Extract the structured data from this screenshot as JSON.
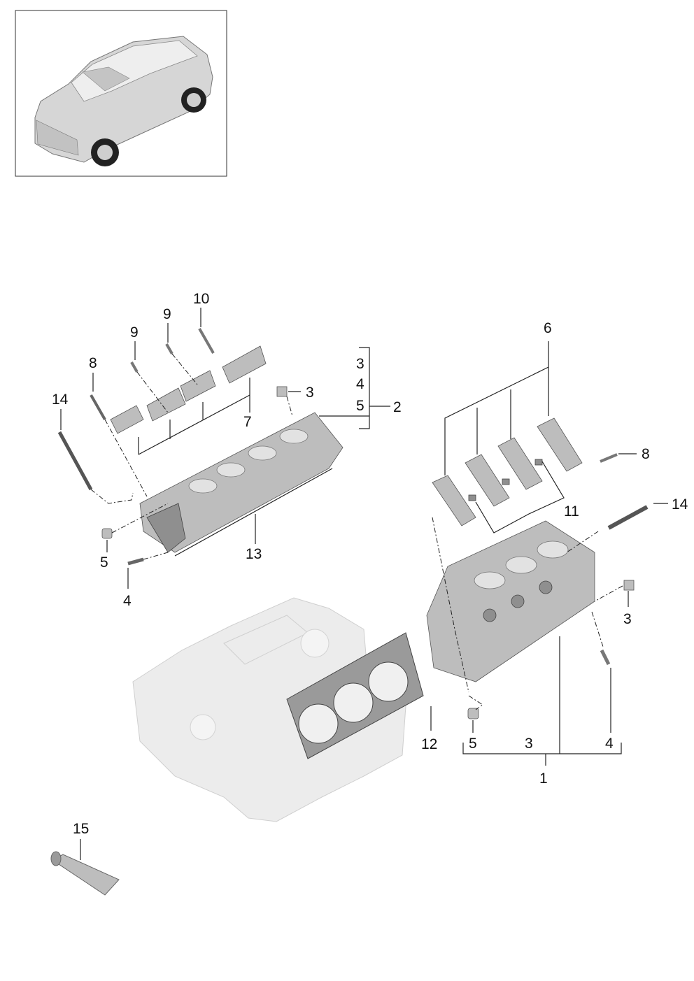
{
  "vehicle_thumbnail": {
    "icon": "suv-thumbnail-icon"
  },
  "callouts": {
    "c1": "1",
    "c2": "2",
    "c3_group_left": "3",
    "c4_group_left": "4",
    "c5_group_left": "5",
    "c3_left_seal": "3",
    "c4_left_stud": "4",
    "c5_left_sleeve": "5",
    "c6": "6",
    "c7": "7",
    "c8_left": "8",
    "c8_right": "8",
    "c9_a": "9",
    "c9_b": "9",
    "c10": "10",
    "c11": "11",
    "c12": "12",
    "c13": "13",
    "c14_left": "14",
    "c14_right": "14",
    "c15": "15",
    "c3_right_seal": "3",
    "c3_right_group": "3",
    "c4_right_stud": "4",
    "c5_right_sleeve": "5"
  },
  "colors": {
    "part": "#bdbdbd",
    "ghost": "#ececec",
    "line": "#222222"
  }
}
